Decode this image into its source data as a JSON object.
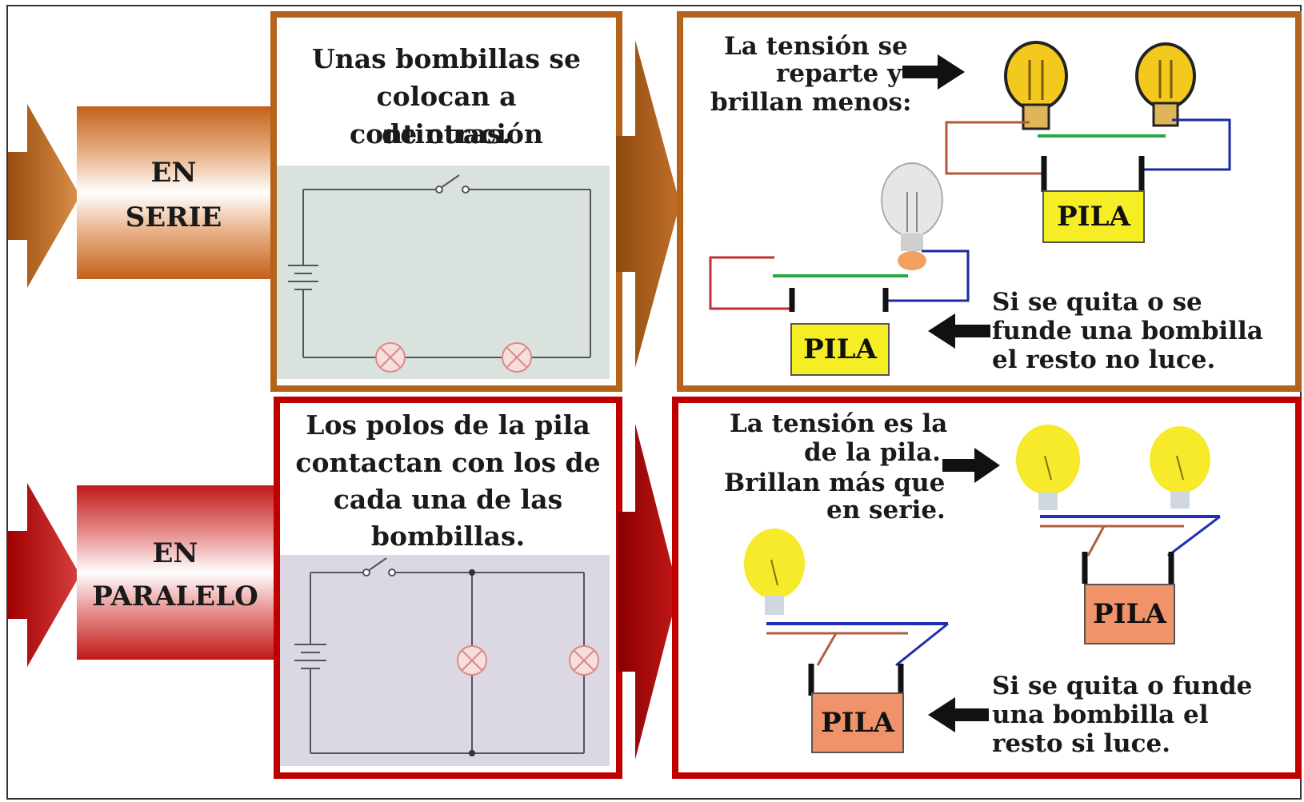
{
  "colors": {
    "serie_border": "#b5621b",
    "paralelo_border": "#c00000",
    "serie_arrow": "#a85a12",
    "paralelo_arrow": "#b00000",
    "circuit_bg_serie": "#d9e2dd",
    "circuit_bg_paralelo": "#dcd8e3",
    "pila_yellow": "#f5ee24",
    "pila_orange": "#f0926a"
  },
  "serie": {
    "label_line1": "EN",
    "label_line2": "SERIE",
    "description": [
      "Unas bombillas se",
      "colocan a continuación",
      "de otras."
    ],
    "tension_note": [
      "La tensión se",
      "reparte y",
      "brillan menos:"
    ],
    "pila_label": "PILA",
    "remove_note": [
      "Si se quita o se",
      "funde una bombilla",
      "el resto no luce."
    ]
  },
  "paralelo": {
    "label_line1": "EN",
    "label_line2": "PARALELO",
    "description": [
      "Los polos de la pila",
      "contactan con los de",
      "cada una de las",
      "bombillas."
    ],
    "tension_note": [
      "La tensión es la",
      "de la pila.",
      "Brillan más que",
      "en serie."
    ],
    "pila_label": "PILA",
    "remove_note": [
      "Si se quita o funde",
      "una bombilla el",
      "resto si luce."
    ]
  },
  "icons": [
    "big-arrow-icon",
    "small-black-arrow-icon",
    "light-bulb-icon",
    "battery-icon",
    "switch-icon",
    "lamp-symbol-icon"
  ]
}
